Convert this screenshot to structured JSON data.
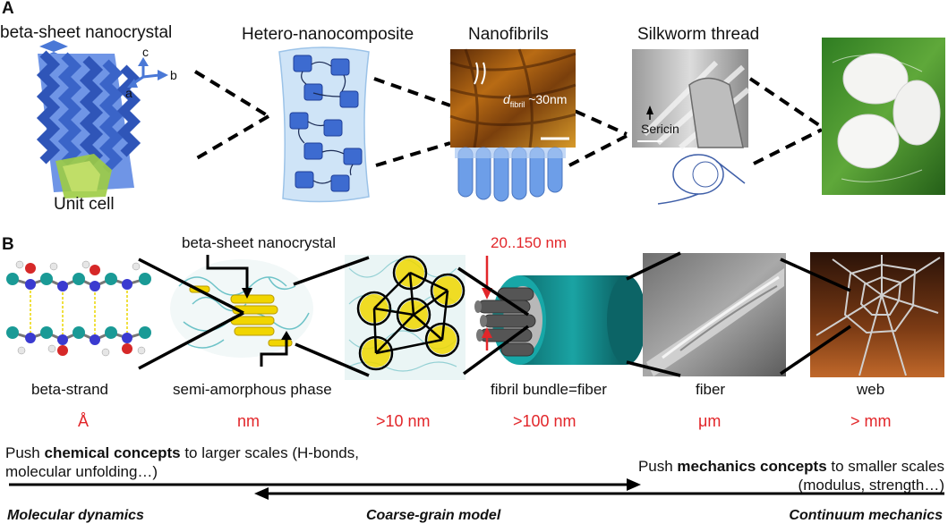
{
  "panel_a": {
    "label": "A",
    "titles": {
      "nanocrystal": "beta-sheet nanocrystal",
      "composite": "Hetero-nanocomposite",
      "nanofibrils": "Nanofibrils",
      "thread": "Silkworm thread"
    },
    "axes": {
      "a": "a",
      "b": "b",
      "c": "c"
    },
    "unit_cell": "Unit cell",
    "fibril_label": "d",
    "fibril_sub": "fibril",
    "fibril_value": "~30nm",
    "sericin": "Sericin"
  },
  "panel_b": {
    "label": "B",
    "nanocrystal_label": "beta-sheet nanocrystal",
    "range_label": "20..150 nm",
    "items": [
      "beta-strand",
      "semi-amorphous phase",
      "fibril bundle=fiber",
      "fiber",
      "web"
    ],
    "scales": [
      "Å",
      "nm",
      ">10 nm",
      ">100 nm",
      "μm",
      "> mm"
    ]
  },
  "bottom": {
    "left_pre": "Push ",
    "left_bold": "chemical concepts",
    "left_post": " to larger scales (H-bonds,",
    "left_line2": "molecular unfolding…)",
    "right_pre": "Push ",
    "right_bold": "mechanics concepts",
    "right_post": " to smaller scales",
    "right_line2": "(modulus, strength…)",
    "methods": [
      "Molecular dynamics",
      "Coarse-grain model",
      "Continuum mechanics"
    ]
  }
}
